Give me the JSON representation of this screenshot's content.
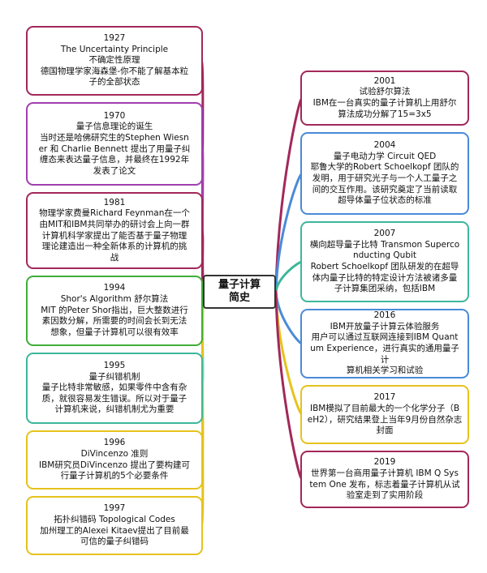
{
  "center": {
    "line1": "量子计算",
    "line2": "简史"
  },
  "colors": {
    "crimson": "#a2285a",
    "purple": "#a23fb0",
    "green": "#3fae38",
    "yellow": "#e6c21c",
    "blue": "#4a8ad8",
    "teal": "#3db79c"
  },
  "left": [
    {
      "color": "#a2285a",
      "lines": [
        "1927",
        "The Uncertainty Principle",
        "不确定性原理",
        "德国物理学家海森堡-你不能了解基本粒",
        "子的全部状态"
      ]
    },
    {
      "color": "#a23fb0",
      "lines": [
        "1970",
        "量子信息理论的诞生",
        "当时还是哈佛研究生的Stephen Wiesn",
        "er 和 Charlie Bennett 提出了用量子纠",
        "缠态来表达量子信息，并最终在1992年",
        "发表了论文"
      ]
    },
    {
      "color": "#a2285a",
      "lines": [
        "1981",
        "物理学家费曼Richard Feynman在一个",
        "由MIT和IBM共同举办的研讨会上向一群",
        "计算机科学家提出了能否基于量子物理",
        "理论建造出一种全新体系的计算机的挑",
        "战"
      ]
    },
    {
      "color": "#3fae38",
      "lines": [
        "1994",
        "Shor's Algorithm 舒尔算法",
        "MIT 的Peter Shor指出，巨大整数进行",
        "素因数分解，所需要的时间会长到无法",
        "想象，但量子计算机可以很有效率"
      ]
    },
    {
      "color": "#3db79c",
      "lines": [
        "1995",
        "量子纠错机制",
        "量子比特非常敏感，如果零件中含有杂",
        "质，就很容易发生错误。所以对于量子",
        "计算机来说，纠错机制尤为重要"
      ]
    },
    {
      "color": "#e6c21c",
      "lines": [
        "1996",
        "DiVincenzo 准则",
        "IBM研究员DiVincenzo 提出了要构建可",
        "行量子计算机的5个必要条件"
      ]
    },
    {
      "color": "#e6c21c",
      "lines": [
        "1997",
        "拓扑纠错码 Topological Codes",
        "加州理工的Alexei Kitaev提出了目前最",
        "可信的量子纠错码"
      ]
    }
  ],
  "right": [
    {
      "color": "#a2285a",
      "lines": [
        "2001",
        "试验舒尔算法",
        "IBM在一台真实的量子计算机上用舒尔",
        "算法成功分解了15=3x5"
      ]
    },
    {
      "color": "#4a8ad8",
      "lines": [
        "2004",
        "量子电动力学 Circuit QED",
        "耶鲁大学的Robert Schoelkopf 团队的",
        "发明，用于研究光子与一个人工量子之",
        "间的交互作用。该研究奠定了当前读取",
        "超导体量子位状态的标准"
      ]
    },
    {
      "color": "#3db79c",
      "lines": [
        "2007",
        "横向超导量子比特 Transmon Superco",
        "nducting Qubit",
        "Robert Schoelkopf 团队研发的在超导",
        "体内量子比特的特定设计方法被诸多量",
        "子计算集团采纳，包括IBM"
      ]
    },
    {
      "color": "#4a8ad8",
      "lines": [
        "2016",
        "IBM开放量子计算云体验服务",
        "用户可以通过互联网连接到IBM Quant",
        "um Experience，进行真实的通用量子计",
        "算机相关学习和试验"
      ]
    },
    {
      "color": "#e6c21c",
      "lines": [
        "2017",
        "IBM模拟了目前最大的一个化学分子（B",
        "eH2），研究结果登上当年9月份自然杂志",
        "封面"
      ]
    },
    {
      "color": "#a2285a",
      "lines": [
        "2019",
        "世界第一台商用量子计算机 IBM Q Sys",
        "tem One 发布，标志着量子计算机从试",
        "验室走到了实用阶段"
      ]
    }
  ]
}
